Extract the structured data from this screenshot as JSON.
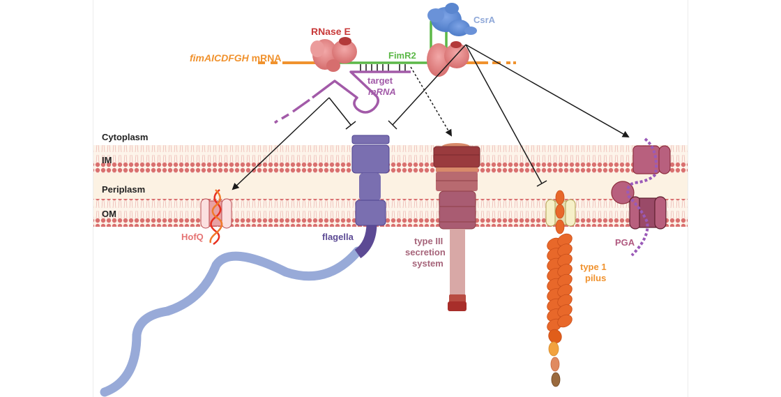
{
  "figure": {
    "title": "FimR2 regulatory network at the E. coli cell envelope",
    "compartments": {
      "cytoplasm": "Cytoplasm",
      "inner_membrane": "IM",
      "periplasm": "Periplasm",
      "outer_membrane": "OM"
    },
    "rna": {
      "mrna_gene": "fimAICDFGH",
      "mrna_suffix": " mRNA",
      "srna": "FimR2",
      "target_line1": "target",
      "target_line2": "mRNA"
    },
    "proteins": {
      "rnase": "RNase E",
      "csra": "CsrA"
    },
    "structures": {
      "hofq": "HofQ",
      "flagella": "flagella",
      "t3ss_line1": "type III",
      "t3ss_line2": "secretion",
      "t3ss_line3": "system",
      "pilus_line1": "type 1",
      "pilus_line2": "pilus",
      "pga": "PGA"
    },
    "regulation": [
      {
        "from": "FimR2/target mRNA",
        "to": "HofQ",
        "type": "activation"
      },
      {
        "from": "FimR2/target mRNA",
        "to": "flagella",
        "type": "inhibition"
      },
      {
        "from": "CsrA",
        "to": "flagella",
        "type": "inhibition"
      },
      {
        "from": "FimR2",
        "to": "type III secretion system",
        "type": "indirect activation"
      },
      {
        "from": "CsrA",
        "to": "type 1 pilus",
        "type": "inhibition"
      },
      {
        "from": "CsrA",
        "to": "PGA",
        "type": "activation"
      }
    ],
    "colors": {
      "mrna": "#f0922e",
      "srna": "#5cb848",
      "target": "#a25aa8",
      "rnase": "#c83a3a",
      "csra": "#8fa8d8",
      "membrane_head": "#d9706f",
      "periplasm": "#fcf2e3",
      "flagella": "#6a5aa0",
      "flagella_filament": "#98aad8",
      "t3ss_label": "#a6647a",
      "pilus": "#e86a2a",
      "pilus_label": "#f0922e",
      "pga": "#b05a80",
      "hofq_label": "#e57373"
    }
  }
}
